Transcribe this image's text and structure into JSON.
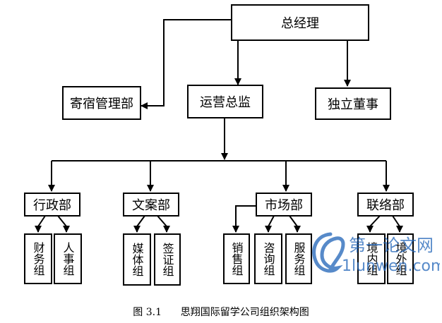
{
  "diagram": {
    "nodes": {
      "ceo": "总经理",
      "dorm_mgmt": "寄宿管理部",
      "ops_director": "运营总监",
      "independent_director": "独立董事",
      "admin_dept": "行政部",
      "copy_dept": "文案部",
      "marketing_dept": "市场部",
      "liaison_dept": "联络部",
      "finance_group": "财务组",
      "hr_group": "人事组",
      "media_group": "媒体组",
      "visa_group": "签证组",
      "sales_group": "销售组",
      "consult_group": "咨询组",
      "service_group": "服务组",
      "domestic_group": "境内组",
      "overseas_group": "境外组"
    },
    "caption": {
      "number": "图 3.1",
      "title": "思翔国际留学公司组织架构图"
    }
  },
  "watermark": {
    "name_cn": "第一论文网",
    "domain": "1lunwen.com",
    "color": "#1f63b8"
  },
  "colors": {
    "line": "#000000",
    "box_border": "#000000"
  }
}
